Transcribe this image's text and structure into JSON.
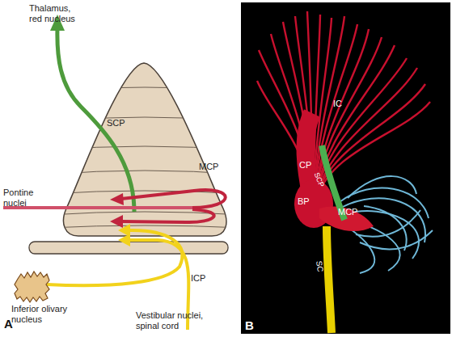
{
  "diagram": {
    "labels": [
      "Thalamus, red nucleus",
      "SCP",
      "MCP",
      "Pontine nuclei",
      "ICP",
      "A",
      "Inferior olivary nucleus",
      "Vestibular nuclei, spinal cord",
      "IC",
      "CP",
      "SCP",
      "BP",
      "MCP",
      "SC",
      "B"
    ]
  }
}
